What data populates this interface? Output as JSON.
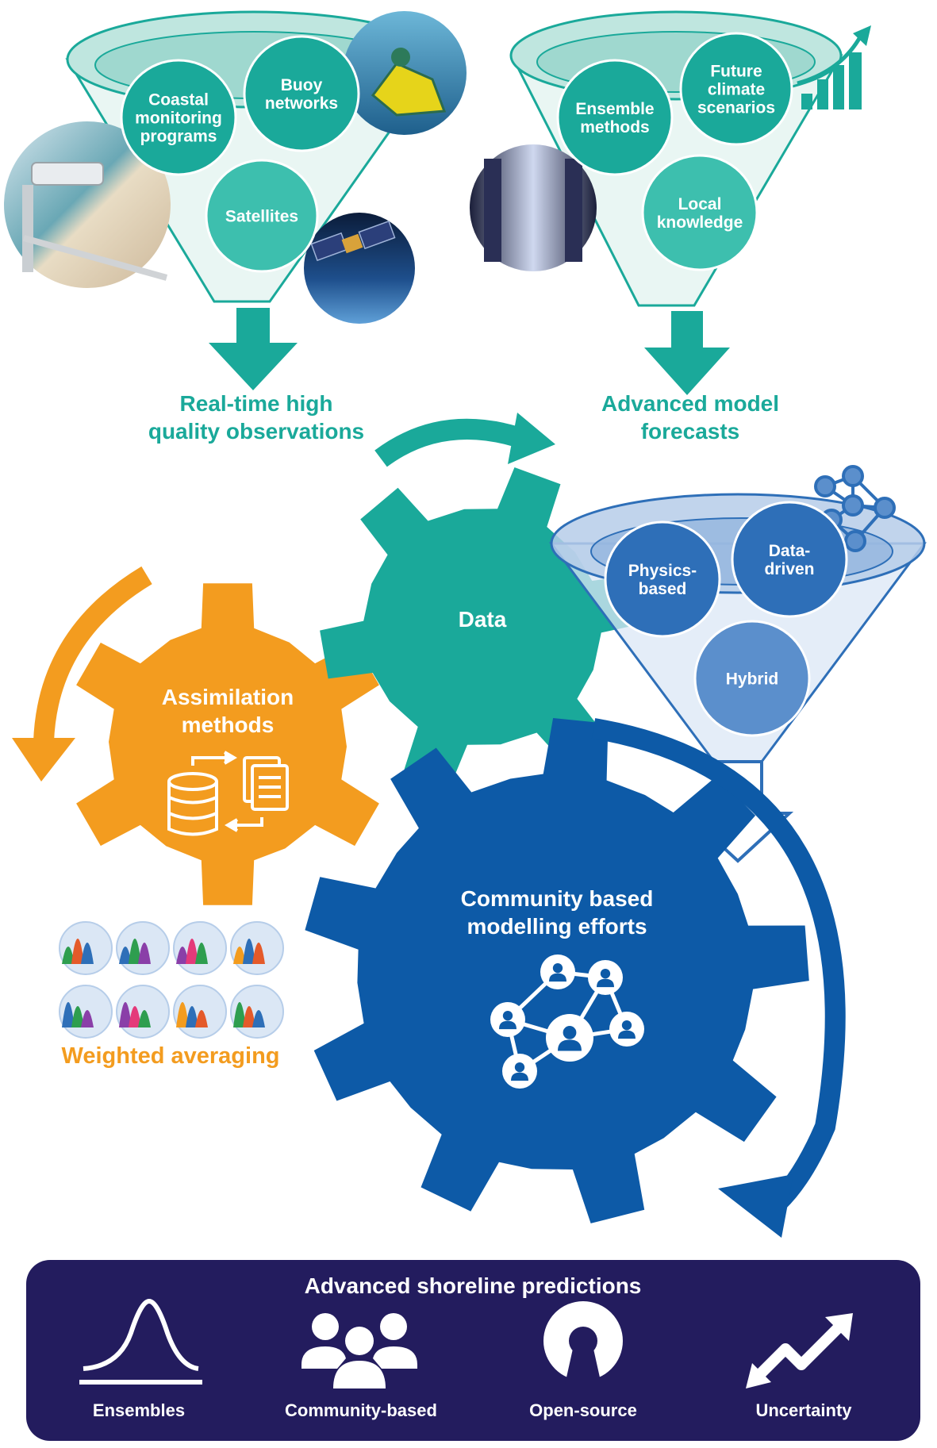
{
  "observations": {
    "items": [
      "Coastal monitoring programs",
      "Buoy networks",
      "Satellites"
    ],
    "caption_line1": "Real-time high",
    "caption_line2": "quality observations"
  },
  "forecasts": {
    "items": [
      "Ensemble methods",
      "Future climate scenarios",
      "Local knowledge"
    ],
    "caption_line1": "Advanced model",
    "caption_line2": "forecasts"
  },
  "models": {
    "items": [
      "Physics-based",
      "Data-driven",
      "Hybrid"
    ]
  },
  "gears": {
    "data": "Data",
    "assimilation_line1": "Assimilation",
    "assimilation_line2": "methods",
    "community_line1": "Community based",
    "community_line2": "modelling efforts"
  },
  "weighted_averaging": "Weighted averaging",
  "panel": {
    "title": "Advanced shoreline predictions",
    "items": [
      {
        "label": "Ensembles",
        "icon": "bell-curve-icon"
      },
      {
        "label": "Community-based",
        "icon": "people-group-icon"
      },
      {
        "label": "Open-source",
        "icon": "open-source-icon"
      },
      {
        "label": "Uncertainty",
        "icon": "zigzag-arrows-icon"
      }
    ]
  },
  "colors": {
    "teal": "#1aa99a",
    "teal_light": "#b5e3dc",
    "orange": "#f39c1f",
    "blue": "#0d5aa7",
    "blue_light": "#5b8fcc",
    "navy": "#231c5e"
  }
}
